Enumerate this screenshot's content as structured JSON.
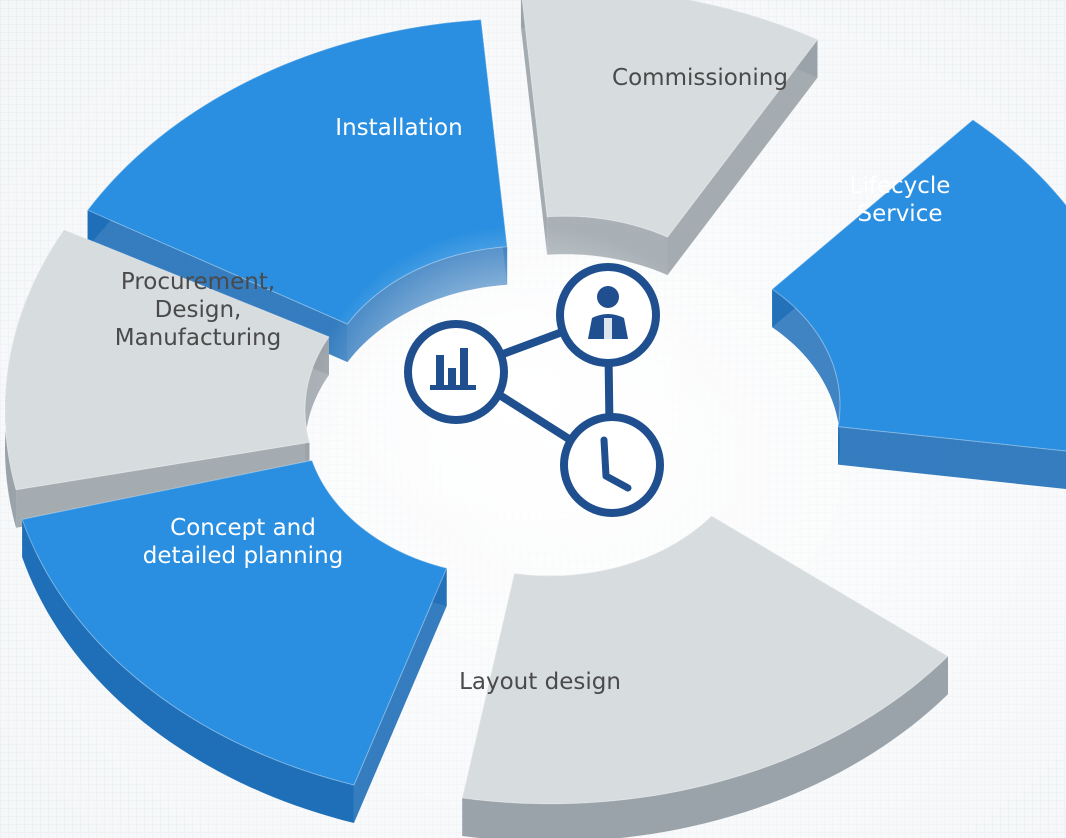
{
  "colors": {
    "blue_top": "#2a8fe0",
    "blue_side": "#1f6fb8",
    "gray_top": "#d7dcdf",
    "gray_side": "#9aa3a9",
    "icon_navy": "#1f4f8e"
  },
  "segments": [
    {
      "id": "commissioning",
      "label": "Commissioning",
      "fill": "gray"
    },
    {
      "id": "lifecycle-service",
      "label": "Lifecycle\nService",
      "fill": "blue"
    },
    {
      "id": "layout-design",
      "label": "Layout design",
      "fill": "gray"
    },
    {
      "id": "concept-planning",
      "label": "Concept and\ndetailed planning",
      "fill": "blue"
    },
    {
      "id": "procurement",
      "label": "Procurement,\nDesign,\nManufacturing",
      "fill": "gray"
    },
    {
      "id": "installation",
      "label": "Installation",
      "fill": "blue"
    }
  ],
  "center_icons": [
    {
      "name": "chart-icon"
    },
    {
      "name": "person-icon"
    },
    {
      "name": "clock-icon"
    }
  ]
}
